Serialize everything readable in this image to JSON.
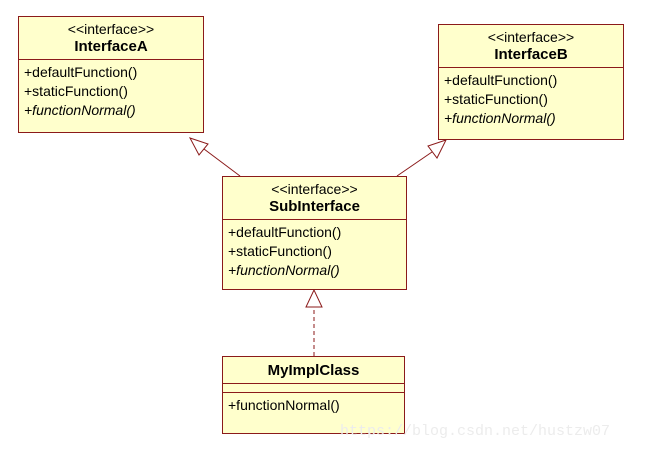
{
  "classes": {
    "interfaceA": {
      "stereotype": "<<interface>>",
      "name": "InterfaceA",
      "ops": [
        "+defaultFunction()",
        "+staticFunction()",
        "+functionNormal()"
      ]
    },
    "interfaceB": {
      "stereotype": "<<interface>>",
      "name": "InterfaceB",
      "ops": [
        "+defaultFunction()",
        "+staticFunction()",
        "+functionNormal()"
      ]
    },
    "subInterface": {
      "stereotype": "<<interface>>",
      "name": "SubInterface",
      "ops": [
        "+defaultFunction()",
        "+staticFunction()",
        "+functionNormal()"
      ]
    },
    "myImplClass": {
      "name": "MyImplClass",
      "ops": [
        "+functionNormal()"
      ]
    }
  },
  "relations": [
    {
      "from": "subInterface",
      "to": "interfaceA",
      "kind": "generalization"
    },
    {
      "from": "subInterface",
      "to": "interfaceB",
      "kind": "generalization"
    },
    {
      "from": "myImplClass",
      "to": "subInterface",
      "kind": "realization"
    }
  ],
  "colors": {
    "box_fill": "#ffffcc",
    "border": "#8b1a1a"
  },
  "watermark": "https://blog.csdn.net/hustzw07"
}
